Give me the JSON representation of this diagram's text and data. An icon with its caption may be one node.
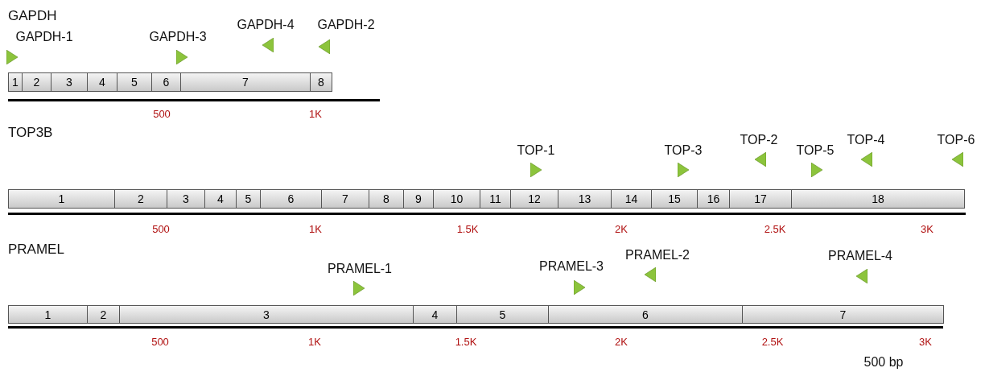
{
  "diagram": {
    "nodes": [
      {
        "text": [],
        "shape": "triangle",
        "beside": [
          "GAPDH-1"
        ]
      },
      {
        "text": [],
        "shape": "triangle",
        "beside": [
          "GAPDH-3"
        ]
      },
      {
        "text": [],
        "shape": "triangle",
        "beside": [
          "GAPDH-4"
        ]
      },
      {
        "text": [],
        "shape": "triangle",
        "beside": [
          "GAPDH-2"
        ]
      },
      {
        "text": [
          "1"
        ]
      },
      {
        "text": [
          "2"
        ]
      },
      {
        "text": [
          "3"
        ]
      },
      {
        "text": [
          "4"
        ]
      },
      {
        "text": [
          "5"
        ]
      },
      {
        "text": [
          "6"
        ]
      },
      {
        "text": [
          "7"
        ]
      },
      {
        "text": [
          "8"
        ]
      },
      {
        "text": [],
        "shape": "triangle",
        "beside": [
          "TOP-1"
        ]
      },
      {
        "text": [],
        "shape": "triangle",
        "beside": [
          "TOP-3"
        ]
      },
      {
        "text": [],
        "shape": "triangle",
        "beside": [
          "TOP-2"
        ]
      },
      {
        "text": [],
        "shape": "triangle",
        "beside": [
          "TOP-5"
        ]
      },
      {
        "text": [],
        "shape": "triangle",
        "beside": [
          "TOP-4"
        ]
      },
      {
        "text": [],
        "shape": "triangle",
        "beside": [
          "TOP-6"
        ]
      },
      {
        "text": [
          "1"
        ]
      },
      {
        "text": [
          "2"
        ]
      },
      {
        "text": [
          "3"
        ]
      },
      {
        "text": [
          "4"
        ]
      },
      {
        "text": [
          "5"
        ]
      },
      {
        "text": [
          "6"
        ]
      },
      {
        "text": [
          "7"
        ]
      },
      {
        "text": [
          "8"
        ]
      },
      {
        "text": [
          "9"
        ]
      },
      {
        "text": [
          "10"
        ]
      },
      {
        "text": [
          "11"
        ]
      },
      {
        "text": [
          "12"
        ]
      },
      {
        "text": [
          "13"
        ]
      },
      {
        "text": [
          "14"
        ]
      },
      {
        "text": [
          "15"
        ]
      },
      {
        "text": [
          "16"
        ]
      },
      {
        "text": [
          "17"
        ]
      },
      {
        "text": [
          "18"
        ]
      },
      {
        "text": [],
        "shape": "triangle",
        "beside": [
          "PRAMEL-1"
        ]
      },
      {
        "text": [],
        "shape": "triangle",
        "beside": [
          "PRAMEL-3"
        ]
      },
      {
        "text": [],
        "shape": "triangle",
        "beside": [
          "PRAMEL-2"
        ]
      },
      {
        "text": [],
        "shape": "triangle",
        "beside": [
          "PRAMEL-4"
        ]
      },
      {
        "text": [
          "1"
        ]
      },
      {
        "text": [
          "2"
        ]
      },
      {
        "text": [
          "3"
        ]
      },
      {
        "text": [
          "4"
        ]
      },
      {
        "text": [
          "5"
        ]
      },
      {
        "text": [
          "6"
        ]
      },
      {
        "text": [
          "7"
        ]
      }
    ],
    "labels": [
      "GAPDH",
      "500",
      "1K",
      "TOP3B",
      "500",
      "1K",
      "1.5K",
      "2K",
      "2.5K",
      "3K",
      "PRAMEL",
      "500",
      "1K",
      "1.5K",
      "2K",
      "2.5K",
      "3K",
      "500 bp"
    ]
  }
}
